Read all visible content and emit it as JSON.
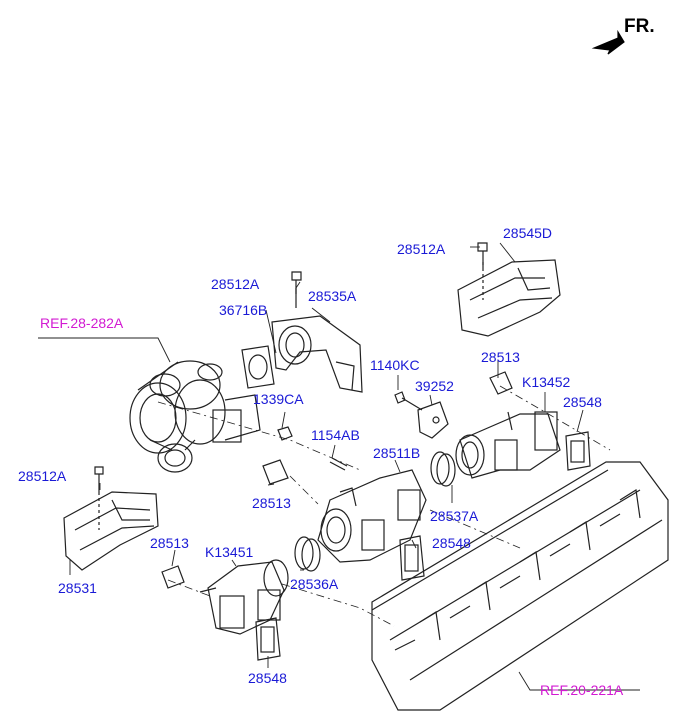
{
  "diagram": {
    "direction_label": "FR.",
    "colors": {
      "part_label": "#1a1ad6",
      "reference_label": "#d21ad2",
      "line_art": "#222222"
    },
    "references": [
      {
        "id": "ref-turbo",
        "text": "REF.28-282A"
      },
      {
        "id": "ref-head",
        "text": "REF.20-221A"
      }
    ],
    "parts": [
      {
        "id": "p1",
        "text": "28545D"
      },
      {
        "id": "p2",
        "text": "28512A"
      },
      {
        "id": "p3",
        "text": "28512A"
      },
      {
        "id": "p4",
        "text": "28535A"
      },
      {
        "id": "p5",
        "text": "36716B"
      },
      {
        "id": "p6",
        "text": "1140KC"
      },
      {
        "id": "p7",
        "text": "28513"
      },
      {
        "id": "p8",
        "text": "39252"
      },
      {
        "id": "p9",
        "text": "K13452"
      },
      {
        "id": "p10",
        "text": "28548"
      },
      {
        "id": "p11",
        "text": "1339CA"
      },
      {
        "id": "p12",
        "text": "1154AB"
      },
      {
        "id": "p13",
        "text": "28511B"
      },
      {
        "id": "p14",
        "text": "28537A"
      },
      {
        "id": "p15",
        "text": "28512A"
      },
      {
        "id": "p16",
        "text": "28513"
      },
      {
        "id": "p17",
        "text": "28548"
      },
      {
        "id": "p18",
        "text": "28513"
      },
      {
        "id": "p19",
        "text": "K13451"
      },
      {
        "id": "p20",
        "text": "28531"
      },
      {
        "id": "p21",
        "text": "28536A"
      },
      {
        "id": "p22",
        "text": "28548"
      }
    ]
  }
}
